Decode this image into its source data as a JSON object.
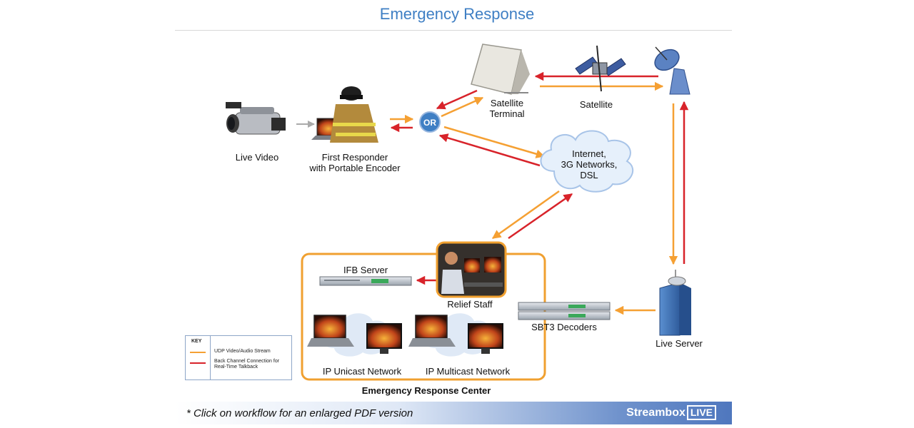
{
  "title": "Emergency Response",
  "nodes": {
    "live_video": "Live Video",
    "first_responder_line1": "First Responder",
    "first_responder_line2": "with Portable Encoder",
    "or_badge": "OR",
    "satellite_terminal_line1": "Satellite",
    "satellite_terminal_line2": "Terminal",
    "satellite": "Satellite",
    "internet_line1": "Internet,",
    "internet_line2": "3G Networks,",
    "internet_line3": "DSL",
    "ifb_server": "IFB Server",
    "relief_staff": "Relief Staff",
    "sbt3_decoders": "SBT3 Decoders",
    "live_server": "Live Server",
    "ip_unicast": "IP Unicast Network",
    "ip_multicast": "IP Multicast Network",
    "center_label": "Emergency Response Center"
  },
  "key": {
    "title": "KEY",
    "udp": "UDP Video/Audio Stream",
    "back_channel": "Back Channel Connection for Real-Time Talkback"
  },
  "footer": {
    "note": "* Click on workflow for an enlarged PDF version",
    "brand": "Streambox",
    "brand_tag": "LIVE"
  },
  "colors": {
    "udp_stream": "#f5a033",
    "back_channel": "#d8232a",
    "accent_blue": "#3f7fc4",
    "center_border": "#f0a030"
  }
}
